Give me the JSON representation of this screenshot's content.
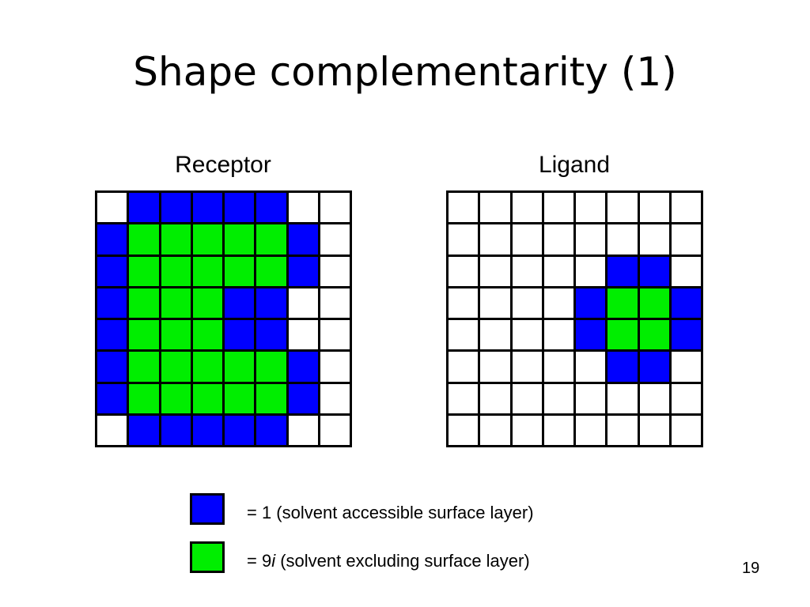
{
  "slide": {
    "title": "Shape complementarity (1)",
    "page_number": "19"
  },
  "colors": {
    "blue": "#0000ff",
    "green": "#00ee00",
    "white": "#ffffff",
    "border": "#000000"
  },
  "grids": [
    {
      "label": "Receptor",
      "cells": [
        "wbbbbbww",
        "bgggggbw",
        "bgggggbw",
        "bgggbbww",
        "bgggbbww",
        "bgggggbw",
        "bgggggbw",
        "wbbbbbww"
      ]
    },
    {
      "label": "Ligand",
      "cells": [
        "wwwwwwww",
        "wwwwwwww",
        "wwwwwbbw",
        "wwwwbggb",
        "wwwwbggb",
        "wwwwwbbw",
        "wwwwwwww",
        "wwwwwwww"
      ]
    }
  ],
  "legend": {
    "items": [
      {
        "color": "blue",
        "text_pre": "= 1 (solvent accessible surface layer)",
        "italic": "",
        "text_post": ""
      },
      {
        "color": "green",
        "text_pre": "= 9",
        "italic": "i",
        "text_post": " (solvent excluding surface layer)"
      }
    ]
  }
}
